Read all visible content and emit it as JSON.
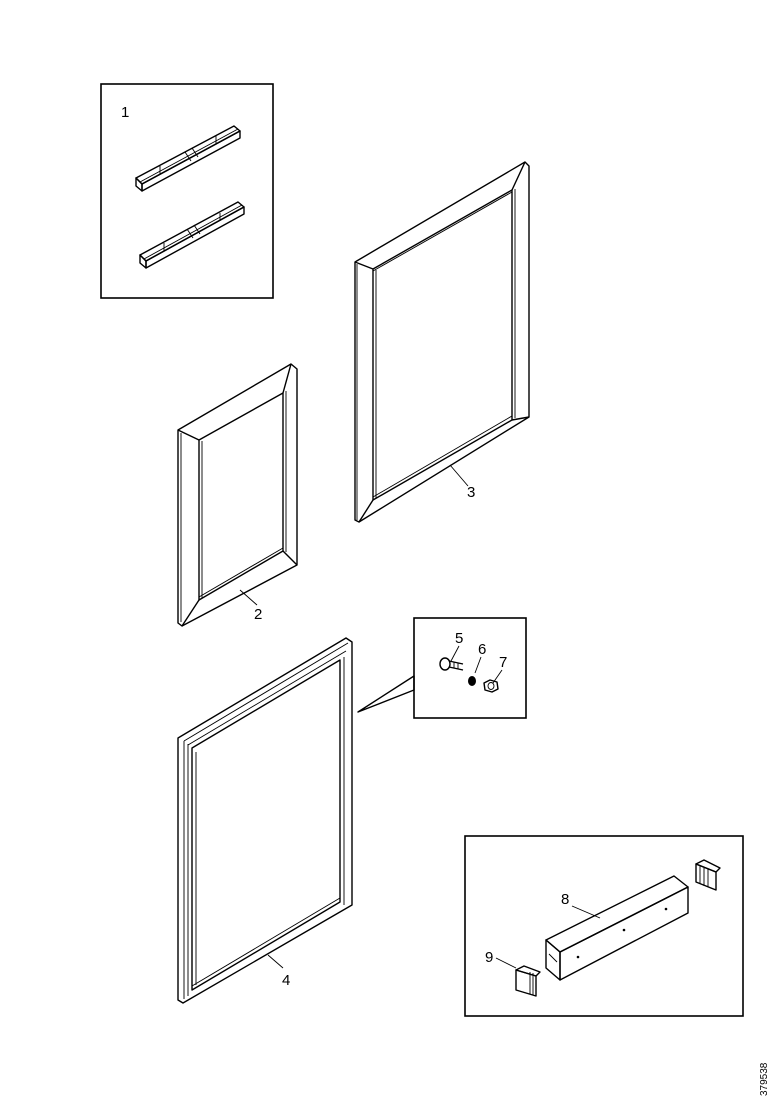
{
  "part_labels": {
    "p1": "1",
    "p2": "2",
    "p3": "3",
    "p4": "4",
    "p5": "5",
    "p6": "6",
    "p7": "7",
    "p8": "8",
    "p9": "9"
  },
  "document_id": "379538"
}
